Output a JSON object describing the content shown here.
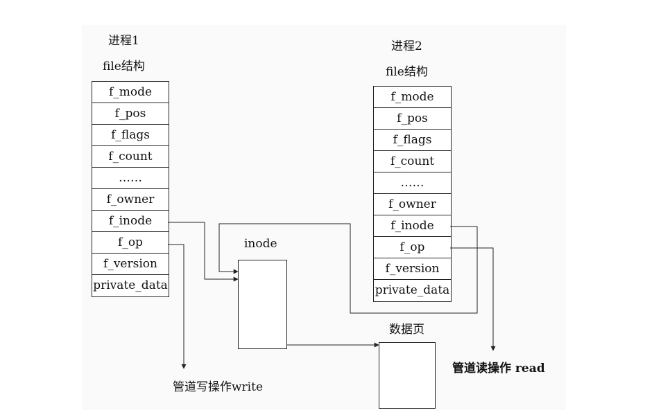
{
  "process1": {
    "title": "进程1",
    "struct_label": "file结构",
    "fields": [
      "f_mode",
      "f_pos",
      "f_flags",
      "f_count",
      "……",
      "f_owner",
      "f_inode",
      "f_op",
      "f_version",
      "private_data"
    ]
  },
  "process2": {
    "title": "进程2",
    "struct_label": "file结构",
    "fields": [
      "f_mode",
      "f_pos",
      "f_flags",
      "f_count",
      "……",
      "f_owner",
      "f_inode",
      "f_op",
      "f_version",
      "private_data"
    ]
  },
  "inode": {
    "label": "inode"
  },
  "data_page": {
    "label": "数据页"
  },
  "pipe_write": {
    "label": "管道写操作write"
  },
  "pipe_read": {
    "label": "管道读操作 read"
  },
  "colors": {
    "line": "#222222",
    "panel": "#fafafa"
  }
}
